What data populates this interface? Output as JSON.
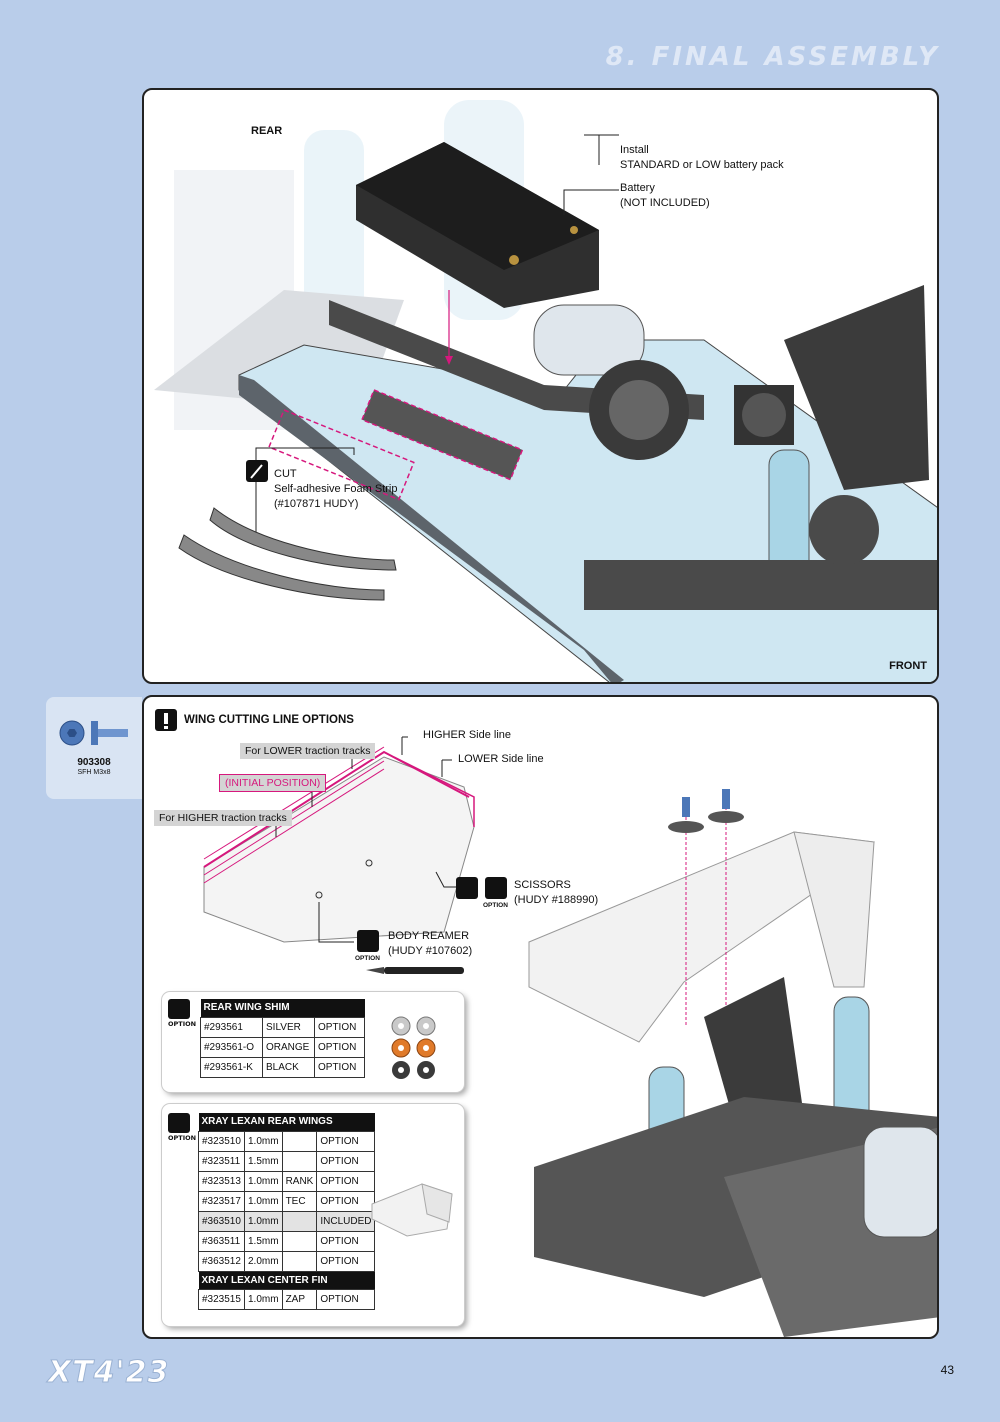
{
  "header": {
    "section_title": "8. FINAL ASSEMBLY"
  },
  "top_panel": {
    "rear_label": "REAR",
    "front_label": "FRONT",
    "install_line1": "Install",
    "install_line2": "STANDARD or LOW battery pack",
    "battery_line1": "Battery",
    "battery_line2": "(NOT INCLUDED)",
    "cut_line1": "CUT",
    "cut_line2": "Self-adhesive Foam Strip",
    "cut_line3": "(#107871 HUDY)"
  },
  "part": {
    "number": "903308",
    "description": "SFH M3x8"
  },
  "wing_panel": {
    "heading": "WING CUTTING LINE OPTIONS",
    "higher_side_line": "HIGHER Side line",
    "lower_side_line": "LOWER Side line",
    "for_lower": "For LOWER traction tracks",
    "initial_position": "(INITIAL POSITION)",
    "for_higher": "For HIGHER traction tracks",
    "scissors_line1": "SCISSORS",
    "scissors_line2": "(HUDY #188990)",
    "reamer_line1": "BODY REAMER",
    "reamer_line2": "(HUDY #107602)",
    "option_label": "OPTION"
  },
  "shim_table": {
    "title": "REAR WING SHIM",
    "rows": [
      [
        "#293561",
        "SILVER",
        "OPTION"
      ],
      [
        "#293561-O",
        "ORANGE",
        "OPTION"
      ],
      [
        "#293561-K",
        "BLACK",
        "OPTION"
      ]
    ],
    "colors": [
      "#c9c9c9",
      "#e07a2a",
      "#3a3a3a"
    ]
  },
  "wings_table": {
    "title": "XRAY LEXAN REAR WINGS",
    "rows": [
      [
        "#323510",
        "1.0mm",
        "",
        "OPTION"
      ],
      [
        "#323511",
        "1.5mm",
        "",
        "OPTION"
      ],
      [
        "#323513",
        "1.0mm",
        "RANK",
        "OPTION"
      ],
      [
        "#323517",
        "1.0mm",
        "TEC",
        "OPTION"
      ],
      [
        "#363510",
        "1.0mm",
        "",
        "INCLUDED"
      ],
      [
        "#363511",
        "1.5mm",
        "",
        "OPTION"
      ],
      [
        "#363512",
        "2.0mm",
        "",
        "OPTION"
      ]
    ],
    "fin_title": "XRAY LEXAN CENTER FIN",
    "fin_row": [
      "#323515",
      "1.0mm",
      "ZAP",
      "OPTION"
    ]
  },
  "footer": {
    "logo": "XT4'23",
    "page_number": "43"
  },
  "colors": {
    "background": "#b9cdea",
    "accent_pink": "#d6187d",
    "frame": "#222222"
  }
}
